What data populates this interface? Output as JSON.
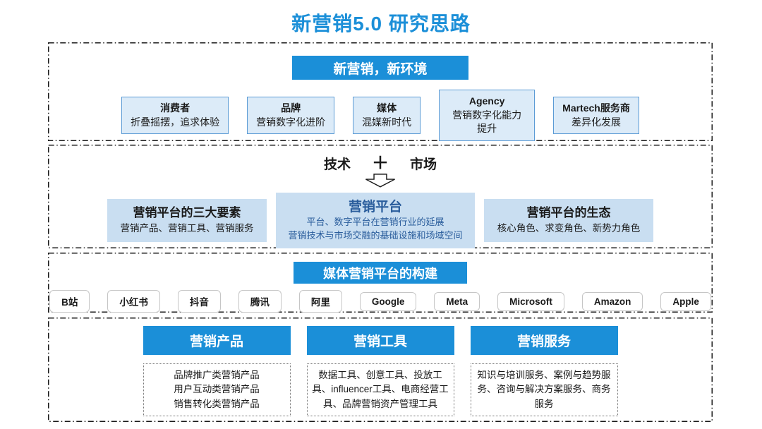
{
  "title": "新营销5.0 研究思路",
  "colors": {
    "primary_blue": "#1b8fd8",
    "light_blue_fill_bordered": "#dcebf8",
    "light_blue_fill_plain": "#c9def1",
    "box_border_blue": "#5b9bd5",
    "dark_blue_text": "#2a5d9c"
  },
  "section1": {
    "header": "新营销，新环境",
    "boxes": [
      {
        "title": "消费者",
        "subtitle": "折叠摇摆，追求体验"
      },
      {
        "title": "品牌",
        "subtitle": "营销数字化进阶"
      },
      {
        "title": "媒体",
        "subtitle": "混媒新时代"
      },
      {
        "title": "Agency",
        "subtitle": "营销数字化能力提升"
      },
      {
        "title": "Martech服务商",
        "subtitle": "差异化发展"
      }
    ]
  },
  "section2": {
    "left_label": "技术",
    "plus": "＋",
    "right_label": "市场",
    "boxes": [
      {
        "title": "营销平台的三大要素",
        "lines": [
          "营销产品、营销工具、营销服务"
        ]
      },
      {
        "title": "营销平台",
        "lines": [
          "平台、数字平台在营销行业的延展",
          "营销技术与市场交融的基础设施和场域空间"
        ]
      },
      {
        "title": "营销平台的生态",
        "lines": [
          "核心角色、求变角色、新势力角色"
        ]
      }
    ]
  },
  "section3": {
    "header": "媒体营销平台的构建",
    "platforms": [
      "B站",
      "小红书",
      "抖音",
      "腾讯",
      "阿里",
      "Google",
      "Meta",
      "Microsoft",
      "Amazon",
      "Apple"
    ]
  },
  "section4": {
    "columns": [
      {
        "header": "营销产品",
        "lines": [
          "品牌推广类营销产品",
          "用户互动类营销产品",
          "销售转化类营销产品"
        ]
      },
      {
        "header": "营销工具",
        "lines": [
          "数据工具、创意工具、投放工具、influencer工具、电商经营工具、品牌营销资产管理工具"
        ]
      },
      {
        "header": "营销服务",
        "lines": [
          "知识与培训服务、案例与趋势服务、咨询与解决方案服务、商务服务"
        ]
      }
    ]
  }
}
